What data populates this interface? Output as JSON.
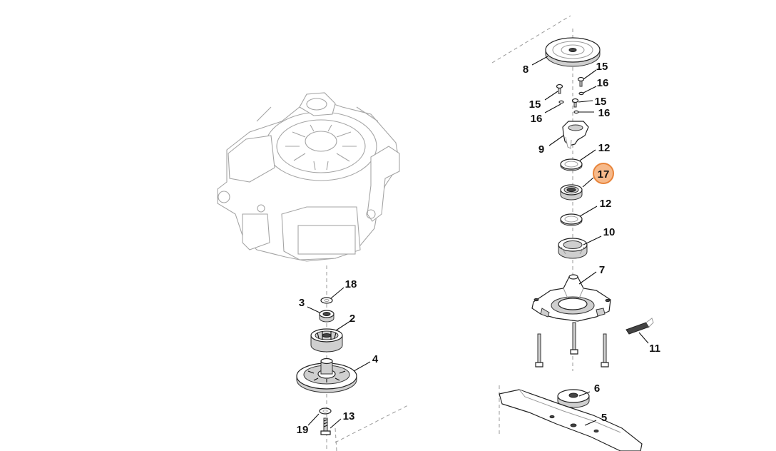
{
  "callouts": {
    "c1": "2",
    "c2": "3",
    "c3": "4",
    "c4": "5",
    "c5": "6",
    "c6": "7",
    "c7": "8",
    "c8": "9",
    "c9": "10",
    "c10": "11",
    "c11": "12",
    "c12": "12",
    "c13": "13",
    "c14": "15",
    "c15": "15",
    "c16": "15",
    "c17": "16",
    "c18": "16",
    "c19": "16",
    "c20": "17",
    "c21": "18",
    "c22": "19"
  },
  "highlighted_part": "17",
  "colors": {
    "highlight_fill": "#f6b98a",
    "highlight_stroke": "#e8843a",
    "line": "#222222"
  }
}
